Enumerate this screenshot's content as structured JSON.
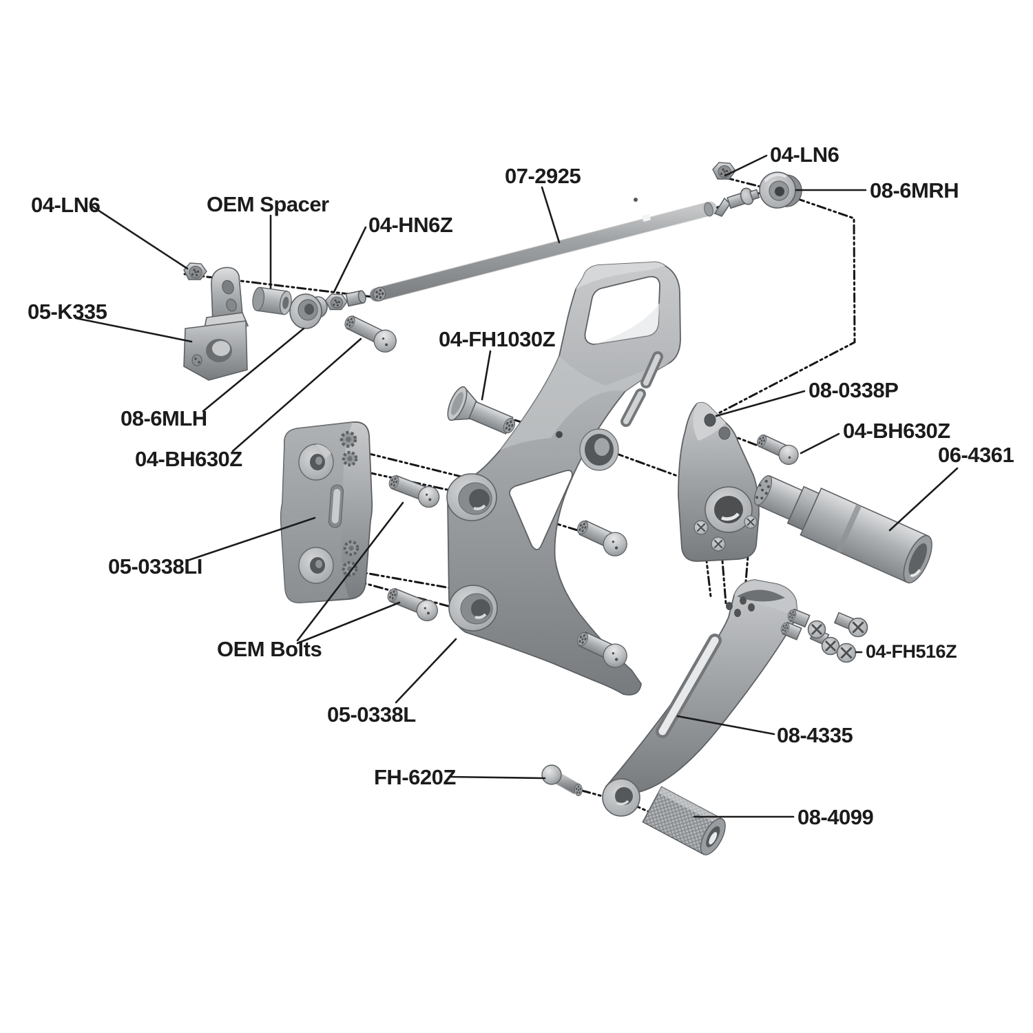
{
  "diagram": {
    "type": "exploded-assembly-diagram",
    "description_colors": {
      "background": "#ffffff",
      "text": "#1b1b1b",
      "metal_light": "#d9dbdc",
      "metal_mid": "#a8abad",
      "metal_dark": "#75787a",
      "line": "#161616"
    },
    "labels": [
      {
        "id": "lbl-04-ln6-left",
        "text": "04-LN6"
      },
      {
        "id": "lbl-oem-spacer",
        "text": "OEM Spacer"
      },
      {
        "id": "lbl-04-hn6z",
        "text": "04-HN6Z"
      },
      {
        "id": "lbl-05-k335",
        "text": "05-K335"
      },
      {
        "id": "lbl-07-2925",
        "text": "07-2925"
      },
      {
        "id": "lbl-04-ln6-right",
        "text": "04-LN6"
      },
      {
        "id": "lbl-08-6mrh",
        "text": "08-6MRH"
      },
      {
        "id": "lbl-04-fh1030z",
        "text": "04-FH1030Z"
      },
      {
        "id": "lbl-08-0338p",
        "text": "08-0338P"
      },
      {
        "id": "lbl-04-bh630z-right",
        "text": "04-BH630Z"
      },
      {
        "id": "lbl-06-4361",
        "text": "06-4361"
      },
      {
        "id": "lbl-08-6mlh",
        "text": "08-6MLH"
      },
      {
        "id": "lbl-04-bh630z-left",
        "text": "04-BH630Z"
      },
      {
        "id": "lbl-05-0338li",
        "text": "05-0338LI"
      },
      {
        "id": "lbl-oem-bolts",
        "text": "OEM Bolts"
      },
      {
        "id": "lbl-04-fh516z",
        "text": "04-FH516Z"
      },
      {
        "id": "lbl-05-0338l",
        "text": "05-0338L"
      },
      {
        "id": "lbl-08-4335",
        "text": "08-4335"
      },
      {
        "id": "lbl-fh-620z",
        "text": "FH-620Z"
      },
      {
        "id": "lbl-08-4099",
        "text": "08-4099"
      }
    ]
  }
}
